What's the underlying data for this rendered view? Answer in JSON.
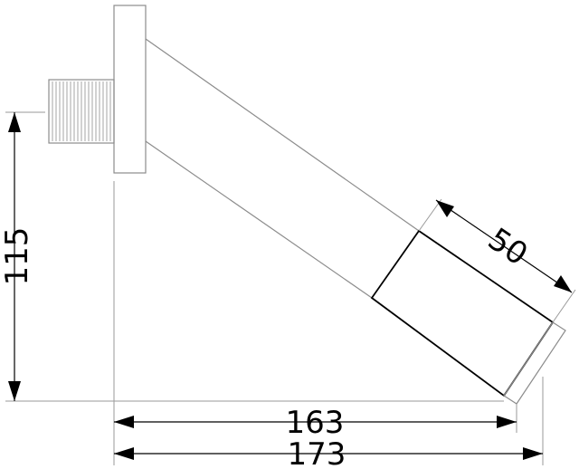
{
  "dimensions": {
    "height_label": "115",
    "spout_width_label": "50",
    "inner_projection_label": "163",
    "outer_projection_label": "173"
  }
}
